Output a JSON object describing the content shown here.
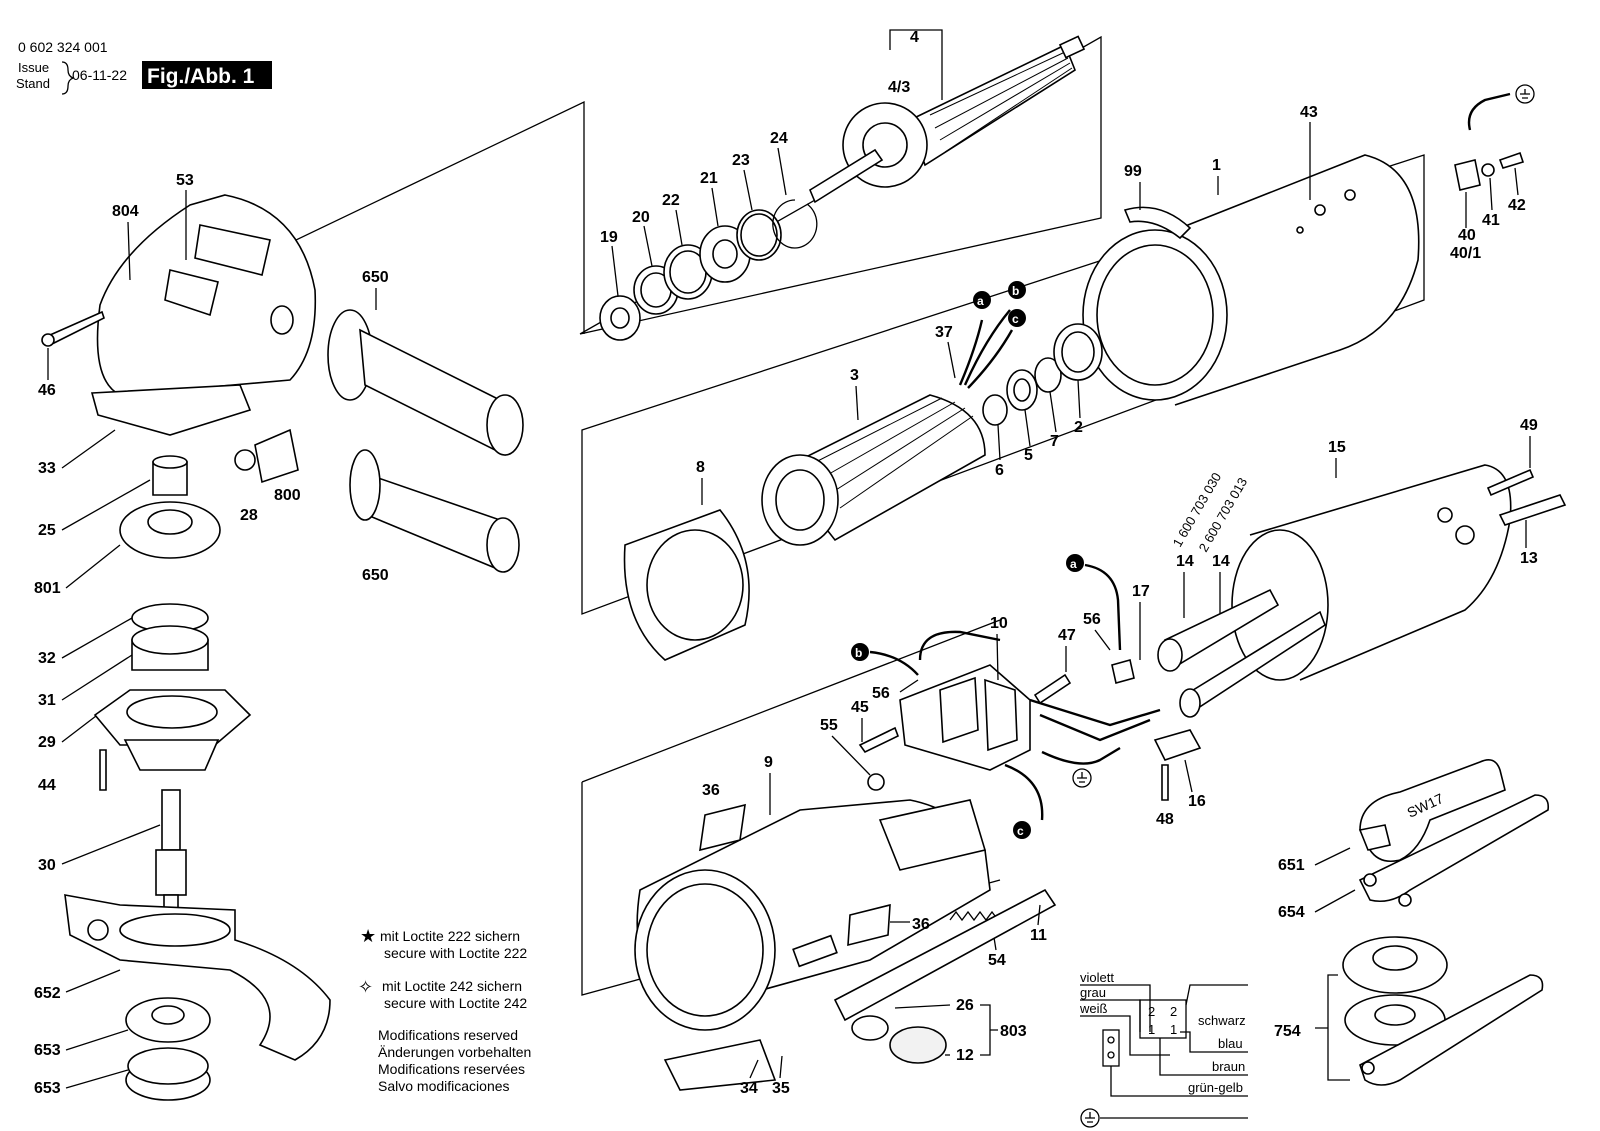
{
  "header": {
    "doc_number": "0 602 324 001",
    "issue_label": "Issue",
    "stand_label": "Stand",
    "date": "06-11-22",
    "figure": "Fig./Abb. 1"
  },
  "parts": {
    "p4": "4",
    "p4_3": "4/3",
    "p24": "24",
    "p23": "23",
    "p21": "21",
    "p22": "22",
    "p20": "20",
    "p19": "19",
    "p43": "43",
    "p99": "99",
    "p1": "1",
    "p40": "40",
    "p40_1": "40/1",
    "p41": "41",
    "p42": "42",
    "p53": "53",
    "p804": "804",
    "p46": "46",
    "p650a": "650",
    "p650b": "650",
    "p33": "33",
    "p28": "28",
    "p800": "800",
    "p25": "25",
    "p801": "801",
    "p32": "32",
    "p31": "31",
    "p29": "29",
    "p44": "44",
    "p30": "30",
    "p652": "652",
    "p653a": "653",
    "p653b": "653",
    "p37": "37",
    "p3": "3",
    "p8": "8",
    "p6": "6",
    "p5": "5",
    "p7": "7",
    "p2": "2",
    "p15": "15",
    "p49": "49",
    "p13": "13",
    "p14a": "14",
    "p14b": "14",
    "p17": "17",
    "p56a": "56",
    "p56b": "56",
    "p10": "10",
    "p47": "47",
    "p45": "45",
    "p55": "55",
    "p9": "9",
    "p36a": "36",
    "p36b": "36",
    "p16": "16",
    "p48": "48",
    "p54": "54",
    "p11": "11",
    "p26": "26",
    "p803": "803",
    "p12": "12",
    "p34": "34",
    "p35": "35",
    "p651": "651",
    "p654": "654",
    "p754": "754"
  },
  "cable_codes": {
    "code1": "1 600 703 030",
    "code2": "2 600 703 013"
  },
  "wire_markers": {
    "a": "a",
    "b": "b",
    "c": "c"
  },
  "wrench_label": "SW17",
  "notes": {
    "loctite222_de": "mit Loctite 222 sichern",
    "loctite222_en": "secure with Loctite 222",
    "loctite242_de": "mit Loctite 242 sichern",
    "loctite242_en": "secure with Loctite 242",
    "mod_en": "Modifications reserved",
    "mod_de": "Änderungen vorbehalten",
    "mod_fr": "Modifications reservées",
    "mod_es": "Salvo modificaciones"
  },
  "wiring": {
    "violett": "violett",
    "grau": "grau",
    "weiss": "weiß",
    "schwarz": "schwarz",
    "blau": "blau",
    "braun": "braun",
    "gruen_gelb": "grün-gelb",
    "t2a": "2",
    "t2b": "2",
    "t1a": "1",
    "t1b": "1"
  }
}
